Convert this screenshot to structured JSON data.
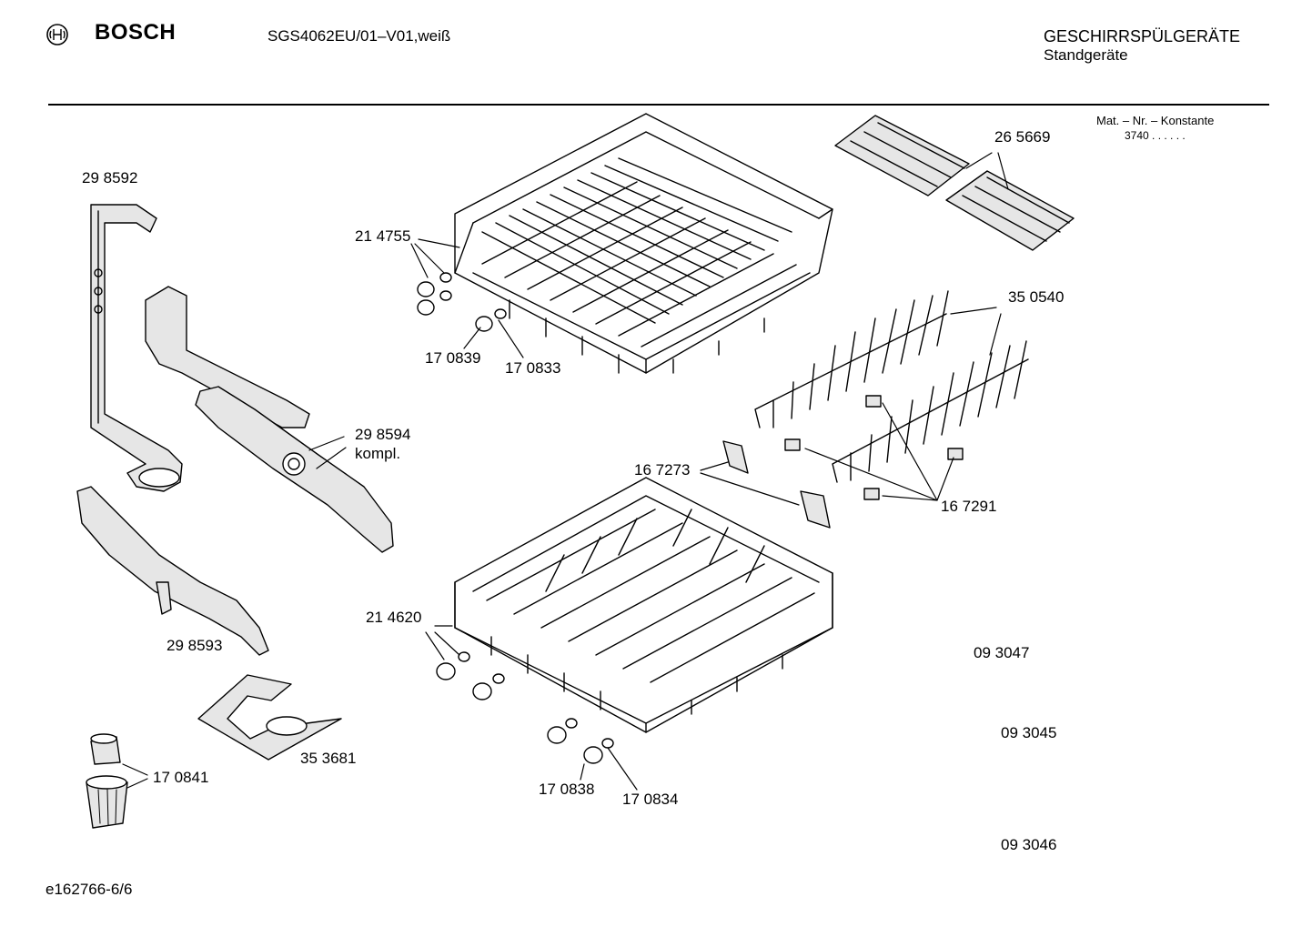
{
  "header": {
    "brand": "BOSCH",
    "brand_icon": "bosch-armature-icon",
    "model": "SGS4062EU/01–V01,weiß",
    "category": "GESCHIRRSPÜLGERÄTE",
    "subcategory": "Standgeräte"
  },
  "constant": {
    "label": "Mat. – Nr. – Konstante",
    "value": "3740 .  .  .  .  .  ."
  },
  "parts": {
    "p298592": "29 8592",
    "p214755": "21 4755",
    "p170839": "17 0839",
    "p170833": "17 0833",
    "p265669": "26 5669",
    "p350540": "35 0540",
    "p298594": "29 8594",
    "p298594_note": "kompl.",
    "p167273": "16 7273",
    "p167291": "16 7291",
    "p214620": "21 4620",
    "p298593": "29 8593",
    "p093047": "09 3047",
    "p093045": "09 3045",
    "p353681": "35 3681",
    "p170841": "17 0841",
    "p170838": "17 0838",
    "p170834": "17 0834",
    "p093046": "09 3046"
  },
  "footer": {
    "doc_id": "e162766-6/6"
  }
}
